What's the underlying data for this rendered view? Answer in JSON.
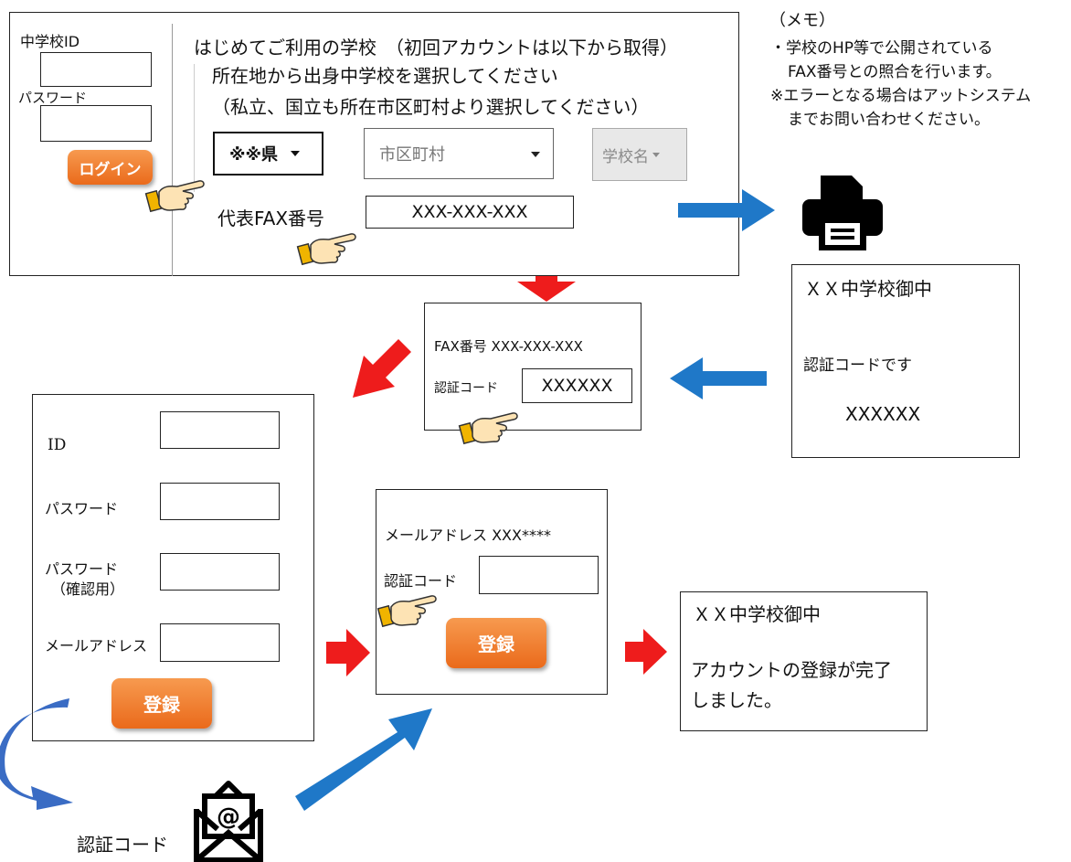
{
  "login": {
    "id_label": "中学校ID",
    "password_label": "パスワード",
    "button": "ログイン"
  },
  "first_use": {
    "title": "はじめてご利用の学校　（初回アカウントは以下から取得）",
    "instruction": "所在地から出身中学校を選択してください",
    "note": "（私立、国立も所在市区町村より選択してください）",
    "prefecture": "※※県",
    "city_placeholder": "市区町村",
    "school_placeholder": "学校名",
    "fax_label": "代表FAX番号",
    "fax_value": "XXX-XXX-XXX"
  },
  "memo": {
    "title": "（メモ）",
    "line1": "・学校のHP等で公開されている",
    "line2": "FAX番号との照合を行います。",
    "line3": "※エラーとなる場合はアットシステム",
    "line4": "までお問い合わせください。"
  },
  "fax_sheet": {
    "addressee": "ＸＸ中学校御中",
    "message": "認証コードです",
    "code": "XXXXXX"
  },
  "fax_verify": {
    "fax_label": "FAX番号  XXX-XXX-XXX",
    "code_label": "認証コード",
    "code_value": "XXXXXX"
  },
  "register": {
    "id_label": "ID",
    "password_label": "パスワード",
    "password_confirm_label": "パスワード",
    "password_confirm_sub": "（確認用）",
    "email_label": "メールアドレス",
    "button": "登録"
  },
  "email_verify": {
    "email_label": "メールアドレス  XXX****",
    "code_label": "認証コード",
    "button": "登録"
  },
  "complete": {
    "addressee": "ＸＸ中学校御中",
    "line1": "アカウントの登録が完了",
    "line2": "しました。"
  },
  "mail_caption": "認証コード",
  "colors": {
    "arrow_blue": "#1f78c8",
    "arrow_red": "#ee1c1c",
    "button_orange": "#ee7a2e"
  }
}
